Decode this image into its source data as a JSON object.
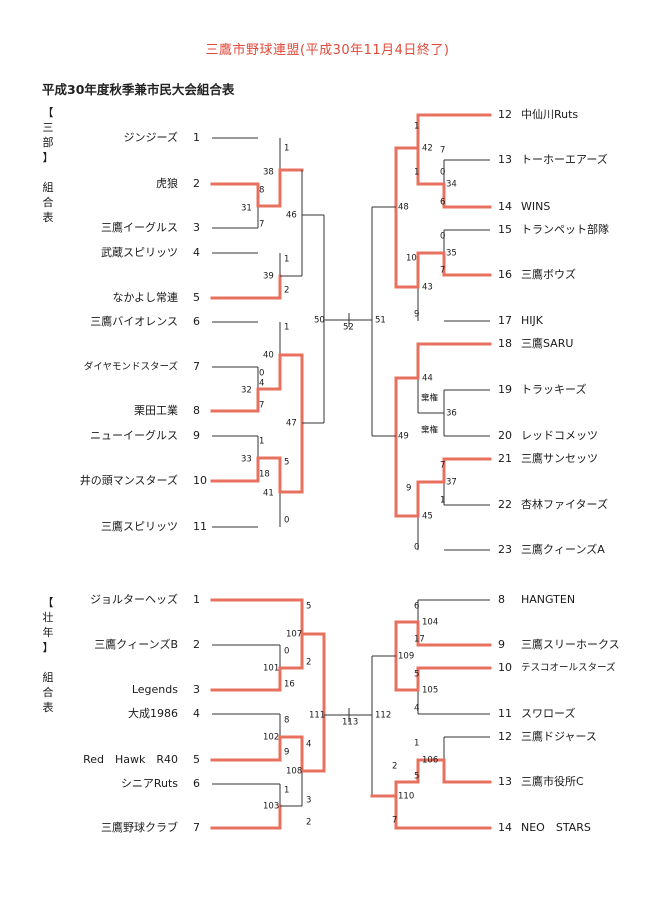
{
  "title": "三鷹市野球連盟(平成30年11月4日終了)",
  "subtitle": "平成30年度秋季兼市民大会組合表",
  "colors": {
    "winner_line": "#e8705f",
    "title": "#e24a3b",
    "line": "#333333"
  },
  "divisions": [
    {
      "label_lines": [
        "【",
        "三",
        "部",
        "】",
        "",
        "組",
        "合",
        "表"
      ],
      "left_teams": [
        {
          "no": "1",
          "name": "ジンジーズ"
        },
        {
          "no": "2",
          "name": "虎狼"
        },
        {
          "no": "3",
          "name": "三鷹イーグルス"
        },
        {
          "no": "4",
          "name": "武蔵スピリッツ"
        },
        {
          "no": "5",
          "name": "なかよし常連"
        },
        {
          "no": "6",
          "name": "三鷹バイオレンス"
        },
        {
          "no": "7",
          "name": "ダイヤモンドスターズ"
        },
        {
          "no": "8",
          "name": "栗田工業"
        },
        {
          "no": "9",
          "name": "ニューイーグルス"
        },
        {
          "no": "10",
          "name": "井の頭マンスターズ"
        },
        {
          "no": "11",
          "name": "三鷹スピリッツ"
        }
      ],
      "right_teams": [
        {
          "no": "12",
          "name": "中仙川Ruts"
        },
        {
          "no": "13",
          "name": "トーホーエアーズ"
        },
        {
          "no": "14",
          "name": "WINS"
        },
        {
          "no": "15",
          "name": "トランペット部隊"
        },
        {
          "no": "16",
          "name": "三鷹ボウズ"
        },
        {
          "no": "17",
          "name": "HIJK"
        },
        {
          "no": "18",
          "name": "三鷹SARU"
        },
        {
          "no": "19",
          "name": "トラッキーズ"
        },
        {
          "no": "20",
          "name": "レッドコメッツ"
        },
        {
          "no": "21",
          "name": "三鷹サンセッツ"
        },
        {
          "no": "22",
          "name": "杏林ファイターズ"
        },
        {
          "no": "23",
          "name": "三鷹クィーンズA"
        }
      ],
      "scores": [
        "1",
        "8",
        "7",
        "1",
        "2",
        "1",
        "0",
        "4",
        "7",
        "1",
        "18",
        "0",
        "5",
        "7",
        "0",
        "6",
        "0",
        "7",
        "9",
        "1",
        "1",
        "7",
        "0",
        "1"
      ],
      "forfeit": "棄権",
      "matches": [
        "38",
        "31",
        "39",
        "40",
        "32",
        "33",
        "41",
        "46",
        "47",
        "50",
        "52",
        "51",
        "48",
        "49",
        "42",
        "34",
        "35",
        "10",
        "43",
        "44",
        "36",
        "37",
        "9",
        "45"
      ]
    },
    {
      "label_lines": [
        "【",
        "壮",
        "年",
        "】",
        "",
        "組",
        "合",
        "表"
      ],
      "left_teams": [
        {
          "no": "1",
          "name": "ジョルターヘッズ"
        },
        {
          "no": "2",
          "name": "三鷹クィーンズB"
        },
        {
          "no": "3",
          "name": "Legends"
        },
        {
          "no": "4",
          "name": "大成1986"
        },
        {
          "no": "5",
          "name": "Red　Hawk　R40"
        },
        {
          "no": "6",
          "name": "シニアRuts"
        },
        {
          "no": "7",
          "name": "三鷹野球クラブ"
        }
      ],
      "right_teams": [
        {
          "no": "8",
          "name": "HANGTEN"
        },
        {
          "no": "9",
          "name": "三鷹スリーホークス"
        },
        {
          "no": "10",
          "name": "テスコオールスターズ"
        },
        {
          "no": "11",
          "name": "スワローズ"
        },
        {
          "no": "12",
          "name": "三鷹ドジャース"
        },
        {
          "no": "13",
          "name": "三鷹市役所C"
        },
        {
          "no": "14",
          "name": "NEO　STARS"
        }
      ],
      "scores": [
        "5",
        "0",
        "2",
        "16",
        "8",
        "9",
        "4",
        "1",
        "3",
        "2",
        "6",
        "17",
        "5",
        "4",
        "1",
        "5",
        "2",
        "7"
      ],
      "matches": [
        "107",
        "101",
        "102",
        "108",
        "103",
        "111",
        "113",
        "112",
        "104",
        "109",
        "105",
        "106",
        "110"
      ]
    }
  ]
}
